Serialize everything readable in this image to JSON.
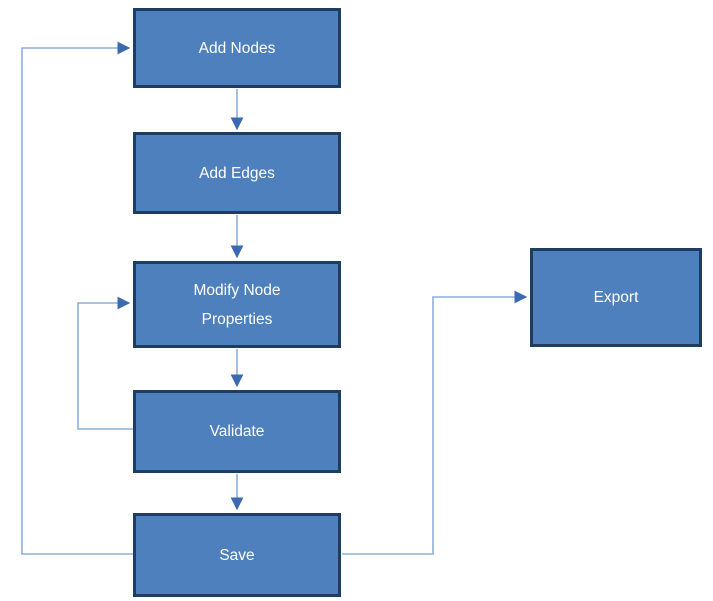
{
  "diagram": {
    "type": "flowchart",
    "nodes": [
      {
        "id": "add-nodes",
        "label": "Add Nodes"
      },
      {
        "id": "add-edges",
        "label": "Add Edges"
      },
      {
        "id": "modify-node-properties",
        "label": "Modify Node Properties"
      },
      {
        "id": "validate",
        "label": "Validate"
      },
      {
        "id": "save",
        "label": "Save"
      },
      {
        "id": "export",
        "label": "Export"
      }
    ],
    "edges": [
      {
        "from": "add-nodes",
        "to": "add-edges"
      },
      {
        "from": "add-edges",
        "to": "modify-node-properties"
      },
      {
        "from": "modify-node-properties",
        "to": "validate"
      },
      {
        "from": "validate",
        "to": "save"
      },
      {
        "from": "validate",
        "to": "modify-node-properties",
        "note": "loop-back"
      },
      {
        "from": "save",
        "to": "add-nodes",
        "note": "loop-back"
      },
      {
        "from": "save",
        "to": "export"
      }
    ],
    "colors": {
      "node_fill": "#4E80BD",
      "node_border": "#1F3C61",
      "connector": "#8FAEDC",
      "arrowhead": "#3A6BB0",
      "text": "#FFFFFF"
    }
  }
}
